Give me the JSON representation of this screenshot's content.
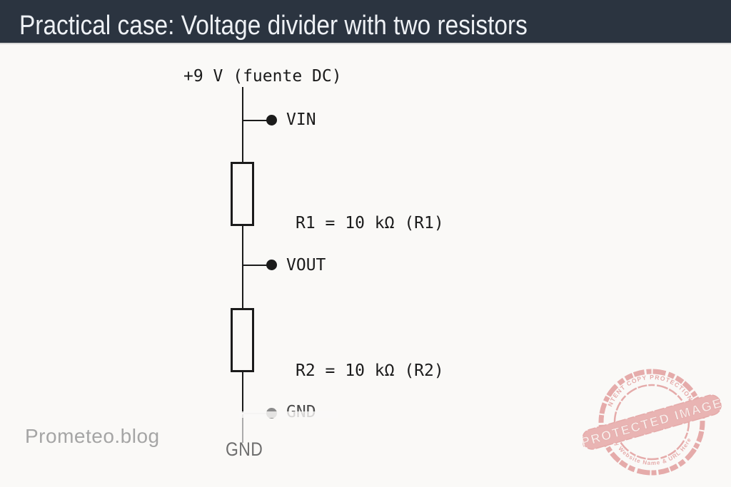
{
  "header": {
    "title": "Practical case: Voltage divider with two resistors",
    "bg_color": "#2b3440",
    "text_color": "#eef1f5"
  },
  "circuit": {
    "source_label": "+9 V (fuente DC)",
    "nodes": {
      "vin": "VIN",
      "vout": "VOUT",
      "gnd": "GND"
    },
    "resistors": [
      {
        "name": "R1",
        "value_label": "R1 = 10 kΩ (R1)"
      },
      {
        "name": "R2",
        "value_label": "R2 = 10 kΩ (R2)"
      }
    ],
    "ground_label": "GND",
    "wire_color": "#1b1b1b"
  },
  "watermarks": {
    "site": "Prometeo.blog",
    "stamp": {
      "arc_top": "WP CONTENT COPY PROTECTION PLUGIN",
      "ribbon": "PROTECTED IMAGE",
      "arc_bottom": "My Website Name & URL Here",
      "color": "#d97c7c"
    }
  },
  "page": {
    "bg_color": "#faf9f7"
  }
}
